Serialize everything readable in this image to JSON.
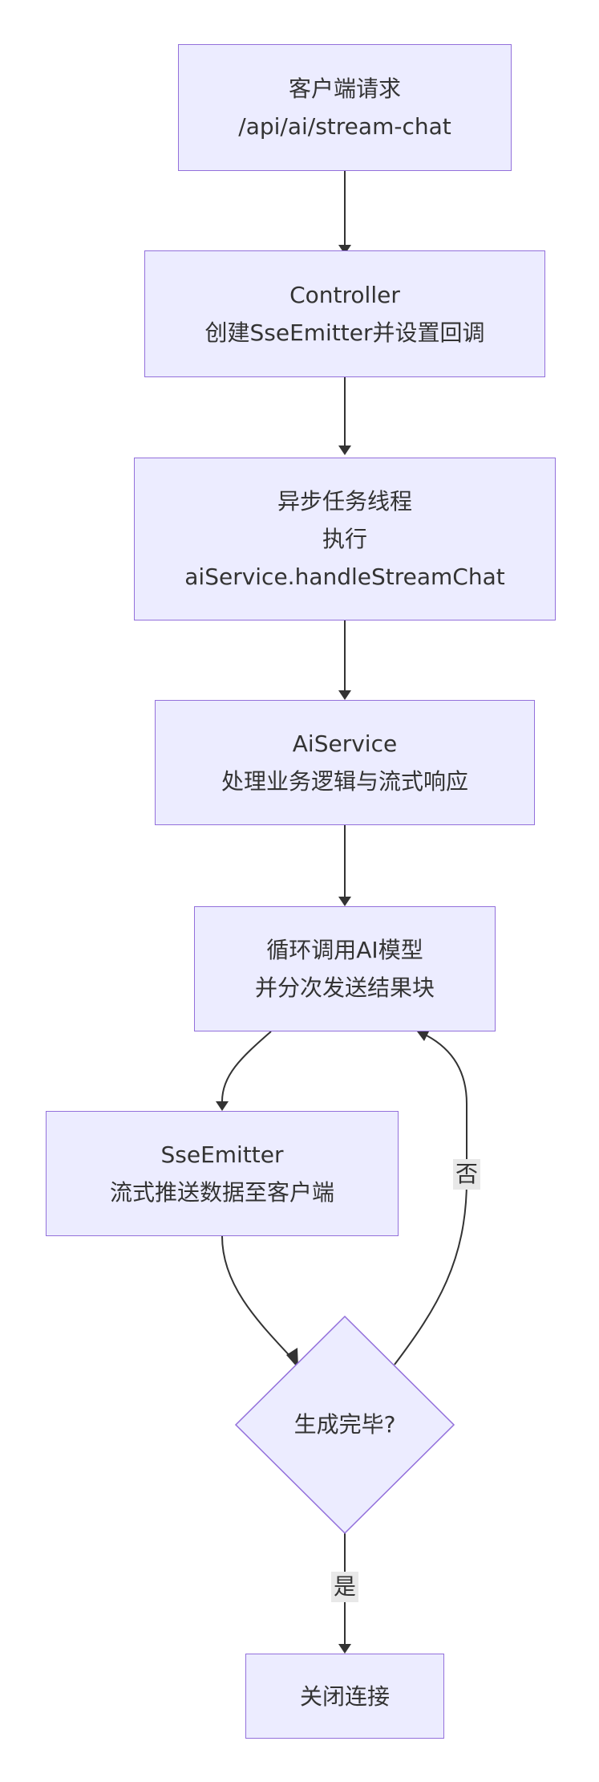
{
  "nodes": {
    "client": {
      "line1": "客户端请求",
      "line2": "/api/ai/stream-chat"
    },
    "controller": {
      "line1": "Controller",
      "line2": "创建SseEmitter并设置回调"
    },
    "async_task": {
      "line1": "异步任务线程",
      "line2": "执行",
      "line3": "aiService.handleStreamChat"
    },
    "ai_service": {
      "line1": "AiService",
      "line2": "处理业务逻辑与流式响应"
    },
    "loop": {
      "line1": "循环调用AI模型",
      "line2": "并分次发送结果块"
    },
    "emitter": {
      "line1": "SseEmitter",
      "line2": "流式推送数据至客户端"
    },
    "decision": {
      "label": "生成完毕?"
    },
    "close": {
      "line1": "关闭连接"
    }
  },
  "edge_labels": {
    "no": "否",
    "yes": "是"
  },
  "colors": {
    "node_fill": "#ececff",
    "node_border": "#9370db",
    "edge": "#333333",
    "label_bg": "#e8e8e8"
  }
}
